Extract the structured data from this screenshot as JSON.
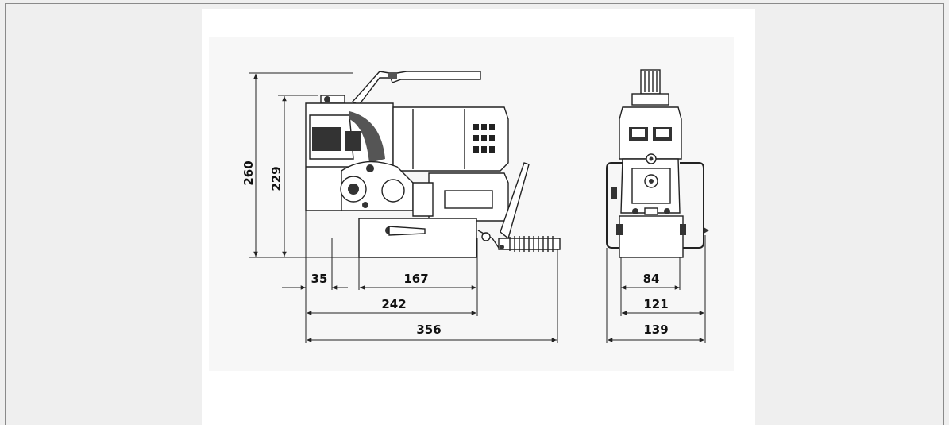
{
  "figure": {
    "dimensions": {
      "overall_height": "260",
      "body_height": "229",
      "front_offset": "35",
      "base_length": "167",
      "body_length": "242",
      "overall_length": "356",
      "base_width": "84",
      "body_width": "121",
      "overall_width": "139"
    },
    "colors": {
      "page_bg": "#efefef",
      "card_bg": "#ffffff",
      "drawing_bg": "#f7f7f7",
      "line": "#222222"
    }
  }
}
